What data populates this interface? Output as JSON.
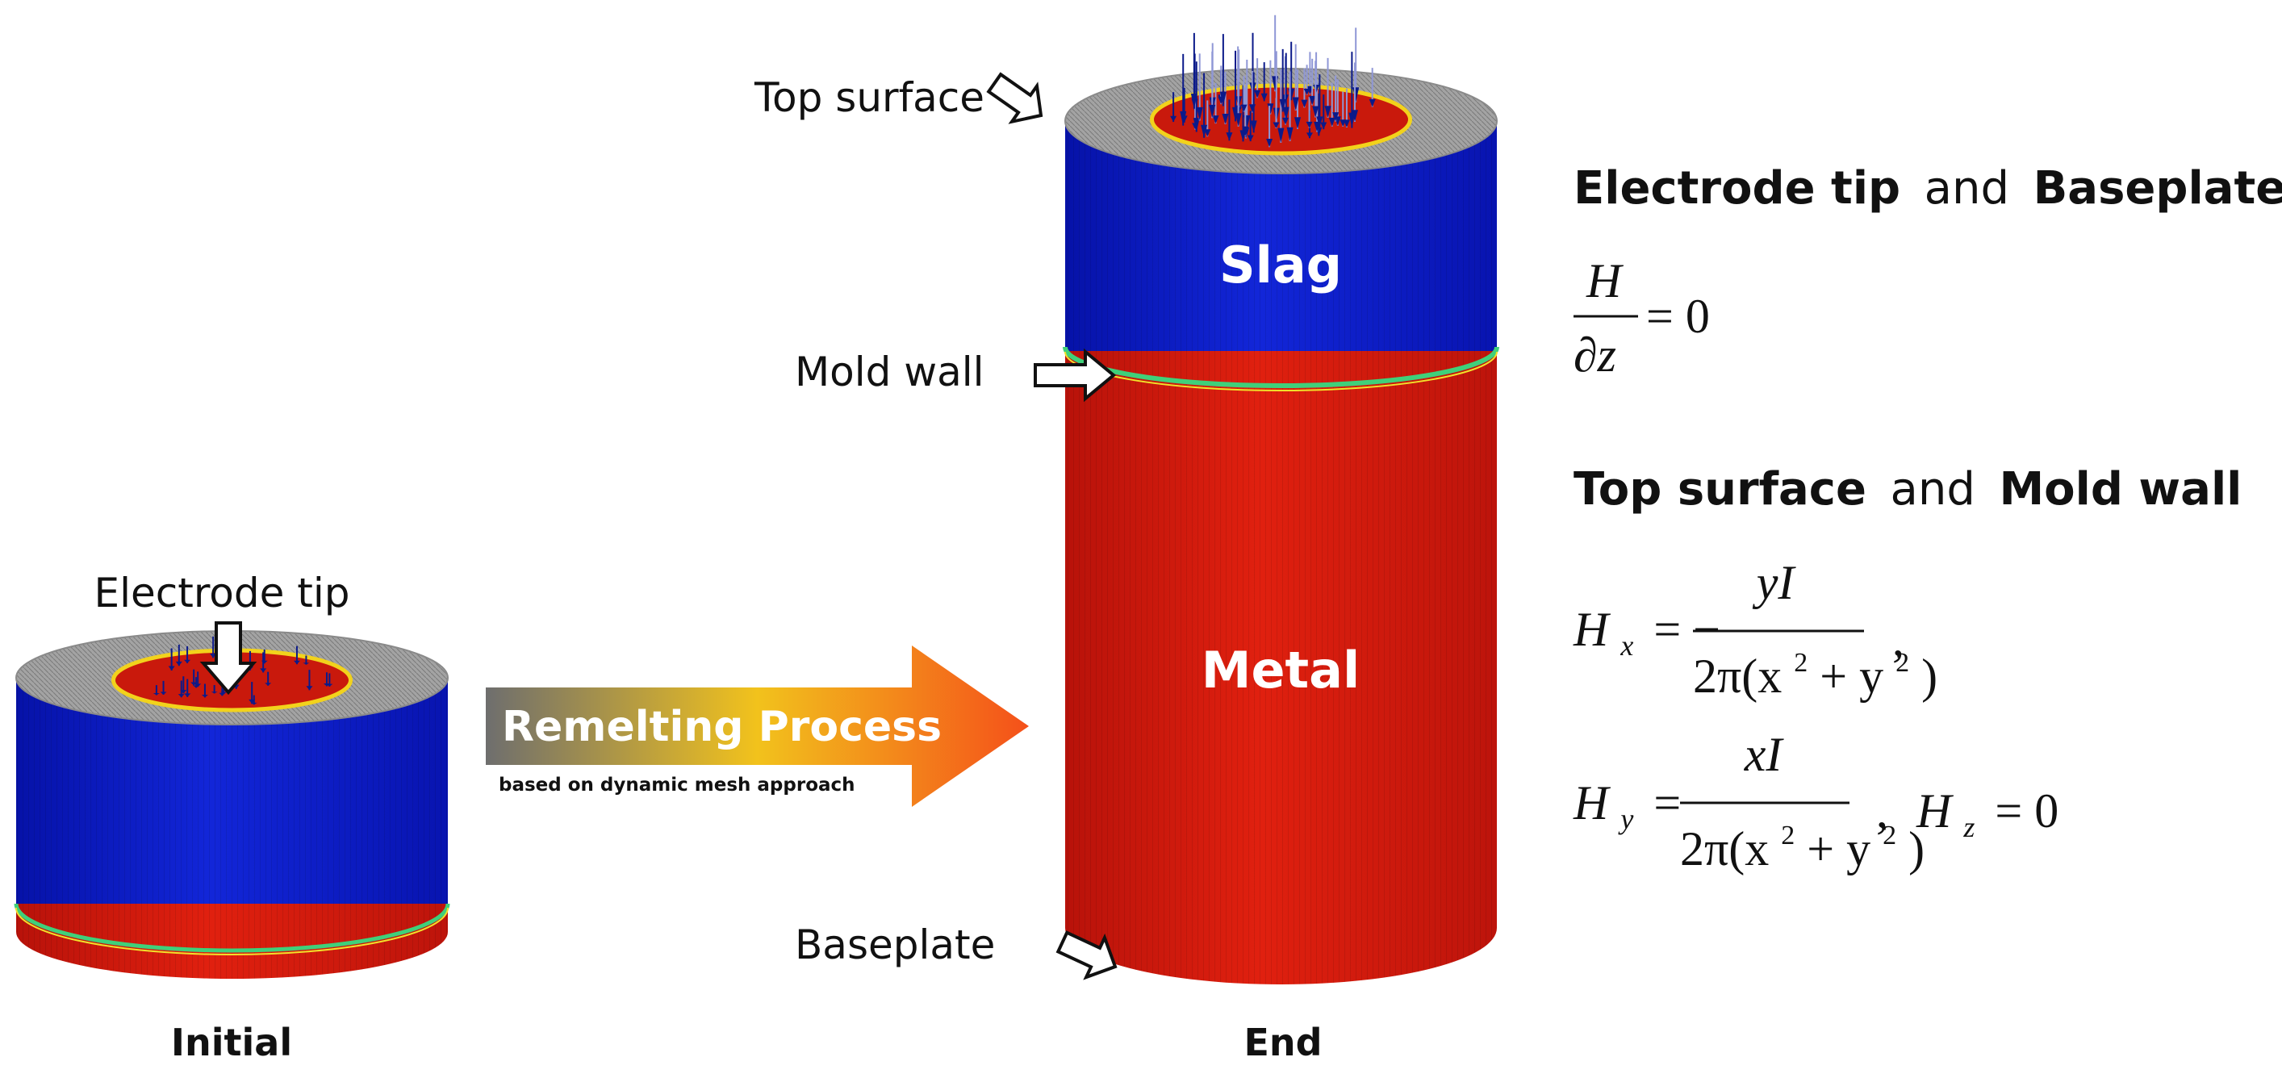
{
  "figure": {
    "initial_caption": "Initial",
    "end_caption": "End",
    "electrode_tip_label": "Electrode tip",
    "top_surface_label": "Top surface",
    "mold_wall_label": "Mold wall",
    "baseplate_label": "Baseplate",
    "slag_label": "Slag",
    "metal_label": "Metal",
    "process_arrow": {
      "title": "Remelting Process",
      "subtitle": "based on dynamic mesh approach"
    },
    "colors": {
      "slag": "#0a1ec8",
      "metal": "#d41a0e",
      "top_surface": "#9a9a9a",
      "interface": "#3fd07a",
      "arrow_start": "#6e6e6e",
      "arrow_mid": "#f2c21c",
      "arrow_end": "#f4501a",
      "vector": "#0b1a8a"
    }
  },
  "conditions": {
    "bc1": {
      "term1": "Electrode tip",
      "joiner": "and",
      "term2": "Baseplate",
      "eq_num": "H",
      "eq_den": "∂z",
      "eq_rhs": "= 0"
    },
    "bc2": {
      "term1": "Top surface",
      "joiner": "and",
      "term2": "Mold wall",
      "hx": {
        "lhs": "H",
        "sub": "x",
        "eq": "= −",
        "num": "yI",
        "den_a": "2π(x",
        "den_b": " + y",
        "den_c": ")",
        "sup": "2",
        "tail": ","
      },
      "hy": {
        "lhs": "H",
        "sub": "y",
        "eq": "=",
        "num": "xI",
        "den_a": "2π(x",
        "den_b": " + y",
        "den_c": ")",
        "sup": "2",
        "tail": ",",
        "hz": "H",
        "hz_sub": "z",
        "hz_rhs": "= 0"
      }
    }
  }
}
